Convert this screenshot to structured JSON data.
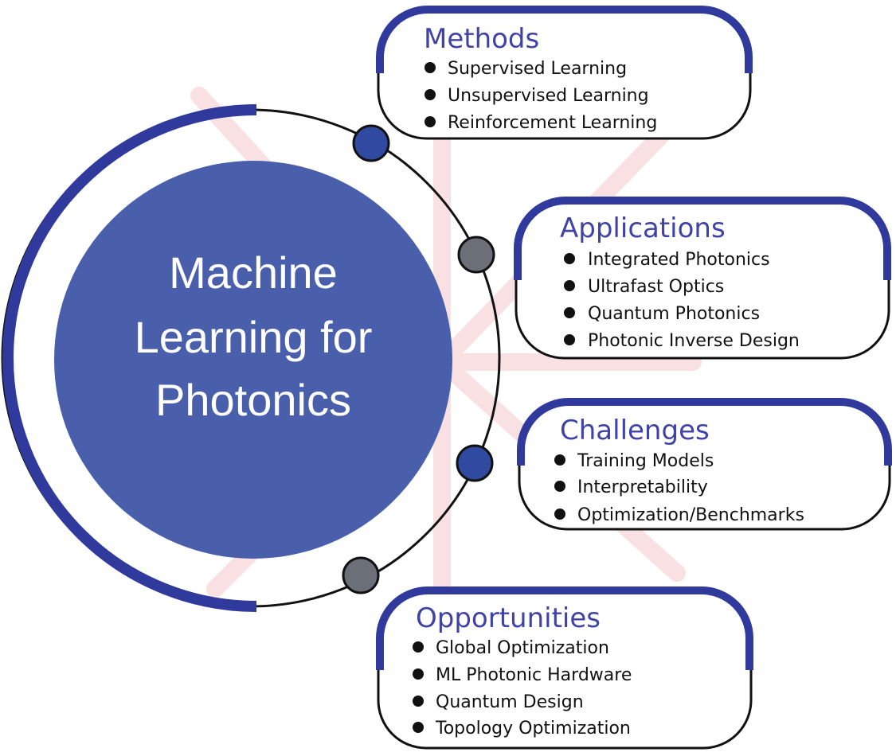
{
  "center": {
    "lines": [
      "Machine",
      "Learning for",
      "Photonics"
    ]
  },
  "sections": [
    {
      "title": "Methods",
      "items": [
        "Supervised Learning",
        "Unsupervised Learning",
        "Reinforcement Learning"
      ]
    },
    {
      "title": "Applications",
      "items": [
        "Integrated Photonics",
        "Ultrafast Optics",
        "Quantum Photonics",
        "Photonic Inverse Design"
      ]
    },
    {
      "title": "Challenges",
      "items": [
        "Training Models",
        "Interpretability",
        "Optimization/Benchmarks"
      ]
    },
    {
      "title": "Opportunities",
      "items": [
        "Global Optimization",
        "ML Photonic Hardware",
        "Quantum Design",
        "Topology Optimization"
      ]
    }
  ],
  "colors": {
    "main_blue": "#4a5fac",
    "accent_blue": "#2f3a9c",
    "title_blue": "#3f43a5",
    "node_gray": "#6b6f78",
    "node_blue": "#2f4aa0",
    "ray_pink": "#f8dde1"
  }
}
